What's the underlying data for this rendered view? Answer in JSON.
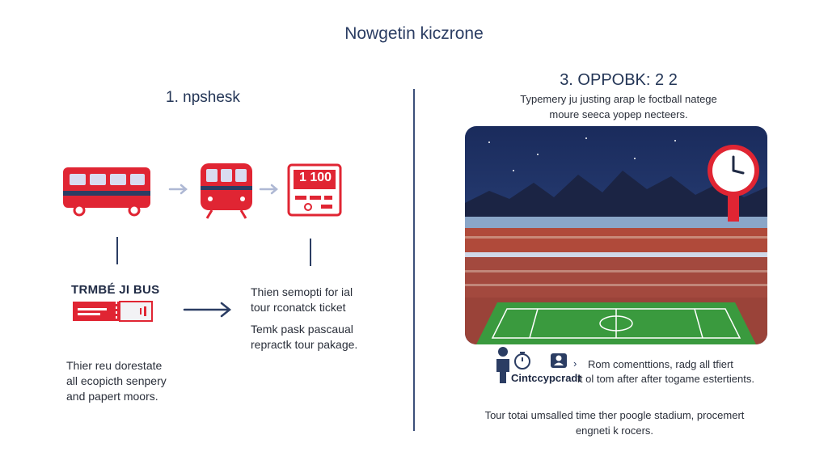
{
  "header": {
    "title": "Nowgetin kiczrone"
  },
  "step1": {
    "title": "1. npshesk",
    "ticket_counter": "1 100",
    "bus_label": "TRMBÉ JI BUS",
    "description": [
      "Thier reu dorestate",
      "all ecopicth senpery",
      "and papert moors."
    ]
  },
  "step2": {
    "lines_a": [
      "Thien semopti for ial",
      "tour rconatck ticket"
    ],
    "lines_b": [
      "Temk pask pascaual",
      "repractk tour pakage."
    ]
  },
  "step3": {
    "title": "3. OPPOBK: 2 2",
    "description": [
      "Typemery ju justing arap le foctball natege",
      "moure seeca yopep necteers."
    ],
    "info_line1": "Rom comenttions, radg all tfiert",
    "info_label": "Cintccypcradt",
    "info_line2": "it ol tom after after togame estertients.",
    "footer": [
      "Tour totai umsalled time ther poogle stadium, procemert",
      "engneti k rocers."
    ]
  },
  "colors": {
    "accent_red": "#e02533",
    "navy": "#2b3d63",
    "pitch_green": "#3a9a3e",
    "sky": "#1f3466"
  }
}
